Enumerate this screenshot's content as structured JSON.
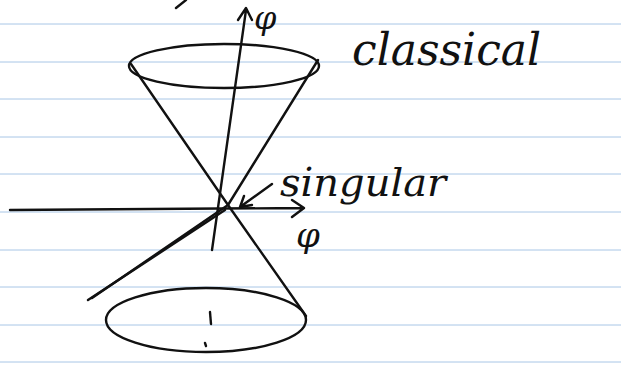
{
  "diagram": {
    "labels": [
      "φ",
      "classical",
      "singular",
      "φ"
    ]
  }
}
